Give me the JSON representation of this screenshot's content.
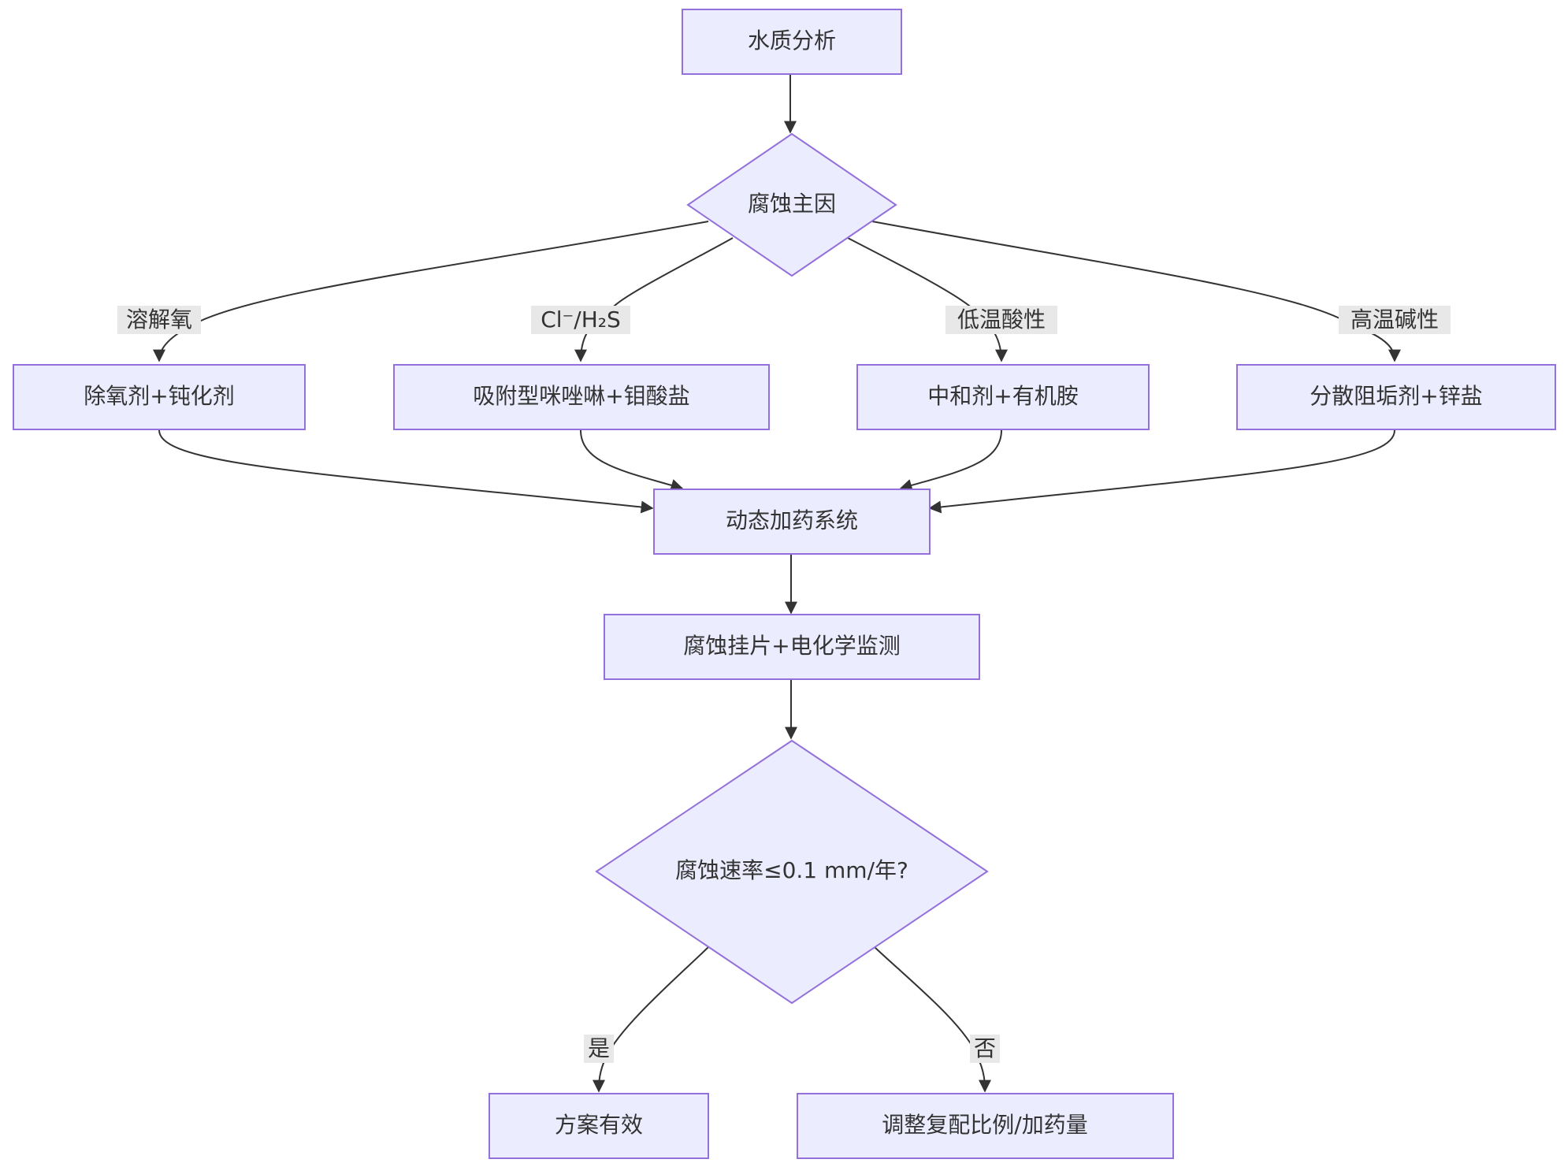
{
  "nodes": {
    "water_analysis": "水质分析",
    "corrosion_cause": "腐蚀主因",
    "deoxygenation": "除氧剂+钝化剂",
    "adsorption": "吸附型咪唑啉+钼酸盐",
    "neutralizer": "中和剂+有机胺",
    "dispersant": "分散阻垢剂+锌盐",
    "dynamic_dosing": "动态加药系统",
    "monitoring": "腐蚀挂片+电化学监测",
    "rate_check": "腐蚀速率≤0.1 mm/年?",
    "effective": "方案有效",
    "adjust": "调整复配比例/加药量"
  },
  "edge_labels": {
    "dissolved_oxygen": "溶解氧",
    "cl_h2s": "Cl⁻/H₂S",
    "low_temp_acid": "低温酸性",
    "high_temp_alkali": "高温碱性",
    "yes": "是",
    "no": "否"
  },
  "colors": {
    "node_fill": "#ececff",
    "node_stroke": "#9370db",
    "edge": "#333333",
    "label_bg": "#e8e8e8",
    "text": "#333333"
  }
}
